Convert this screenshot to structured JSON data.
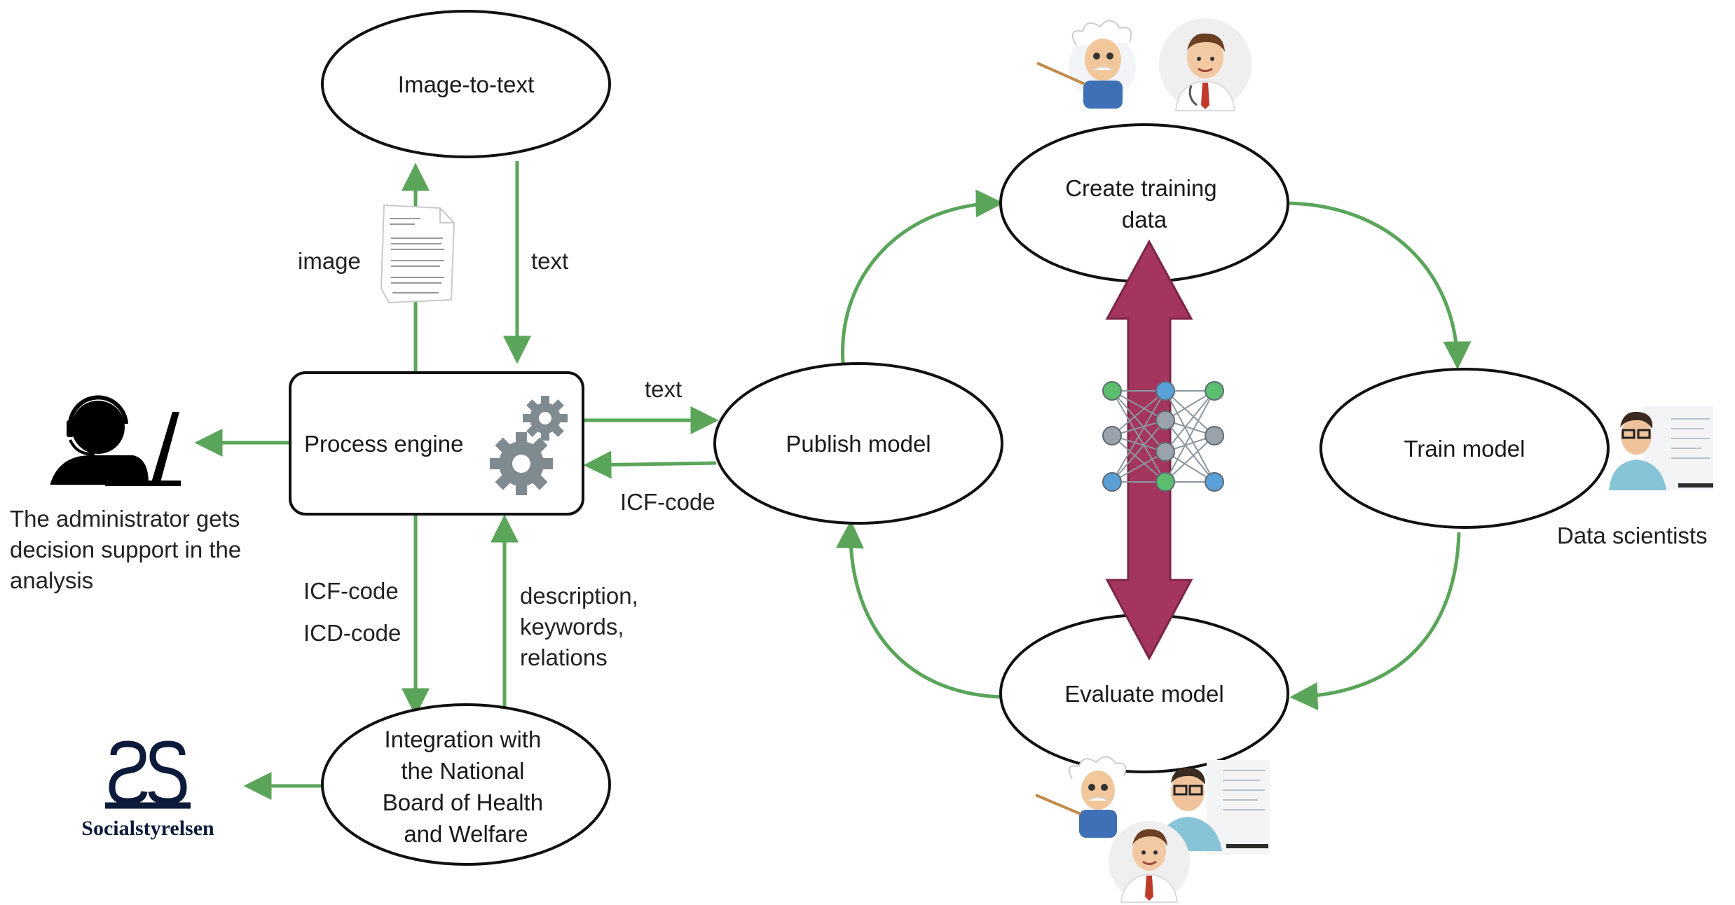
{
  "nodes": {
    "image_to_text": "Image-to-text",
    "process_engine": "Process engine",
    "publish_model": "Publish model",
    "create_training_data": [
      "Create training",
      "data"
    ],
    "train_model": "Train model",
    "evaluate_model": "Evaluate model",
    "integration": [
      "Integration with",
      "the National",
      "Board of Health",
      "and Welfare"
    ]
  },
  "edge_labels": {
    "image": "image",
    "text_up": "text",
    "text_right": "text",
    "icf_code_left": "ICF-code",
    "icf_code_down": "ICF-code",
    "icd_code_down": "ICD-code",
    "description_up": [
      "description,",
      "keywords,",
      "relations"
    ]
  },
  "captions": {
    "administrator": [
      "The administrator gets",
      "decision support in the",
      "analysis"
    ],
    "data_scientists": "Data scientists"
  },
  "logo": {
    "name": "Socialstyrelsen"
  },
  "icons": {
    "administrator": "person-with-headset-at-laptop-icon",
    "document": "document-page-icon",
    "gears": "gears-icon",
    "neural_network": "neural-network-icon",
    "double_arrow": "double-headed-arrow-icon",
    "scientist": "cartoon-scientist-icon",
    "doctor": "doctor-avatar-icon",
    "data_scientist": "data-scientist-avatar-icon"
  },
  "colors": {
    "edge": "#5aa55a",
    "double_arrow": "#a3355f",
    "gears": "#7f8a91",
    "nn_green": "#5bbd6e",
    "nn_blue": "#5aa0d8",
    "nn_gray": "#9aa3ab",
    "logo": "#0d1b3a"
  }
}
